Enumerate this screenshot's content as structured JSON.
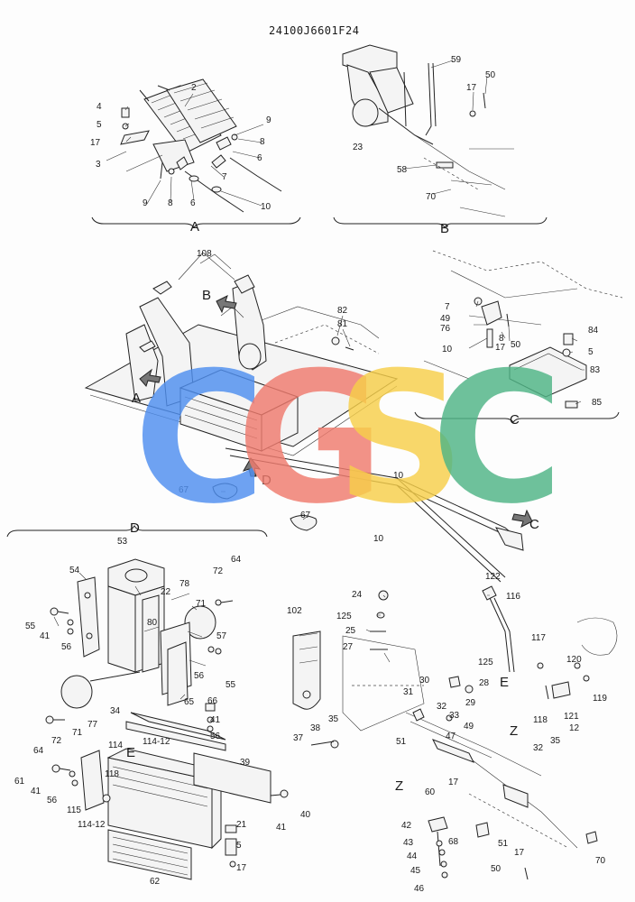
{
  "drawing_code": "24100J6601F24",
  "sections": {
    "a": "A",
    "b": "B",
    "c": "C",
    "d": "D"
  },
  "view_callouts": {
    "a": "A",
    "b": "B",
    "c": "C",
    "d": "D",
    "e1": "E",
    "e2": "E",
    "z1": "Z",
    "z2": "Z"
  },
  "watermark": {
    "letters": [
      "C",
      "G",
      "S",
      "C"
    ],
    "colors": [
      "#4f8ff0",
      "#f07b6e",
      "#f7cf4a",
      "#4fb586"
    ]
  },
  "labels": {
    "a": [
      "2",
      "4",
      "5",
      "17",
      "3",
      "9",
      "8",
      "6",
      "7",
      "9",
      "8",
      "6",
      "10"
    ],
    "b": [
      "59",
      "50",
      "17",
      "23",
      "58",
      "70"
    ],
    "main": [
      "108",
      "82",
      "81",
      "67",
      "10",
      "10",
      "67",
      "53"
    ],
    "c": [
      "7",
      "49",
      "76",
      "10",
      "8",
      "17",
      "50",
      "84",
      "5",
      "83",
      "85"
    ],
    "d": [
      "54",
      "64",
      "72",
      "22",
      "71",
      "78",
      "55",
      "41",
      "56",
      "80",
      "57",
      "56",
      "55",
      "65",
      "66",
      "41",
      "56",
      "34",
      "77",
      "71",
      "114-12",
      "114",
      "39",
      "72",
      "64",
      "61",
      "41",
      "56",
      "115",
      "118",
      "114-12",
      "40",
      "41",
      "21",
      "5",
      "17",
      "62"
    ],
    "right": [
      "122",
      "116",
      "24",
      "125",
      "102",
      "25",
      "27",
      "117",
      "125",
      "120",
      "30",
      "28",
      "29",
      "31",
      "119",
      "121",
      "118",
      "12",
      "32",
      "33",
      "49",
      "38",
      "35",
      "37",
      "47",
      "51",
      "32",
      "35",
      "60",
      "17",
      "42",
      "43",
      "44",
      "45",
      "46",
      "68",
      "51",
      "17",
      "50",
      "70"
    ]
  }
}
